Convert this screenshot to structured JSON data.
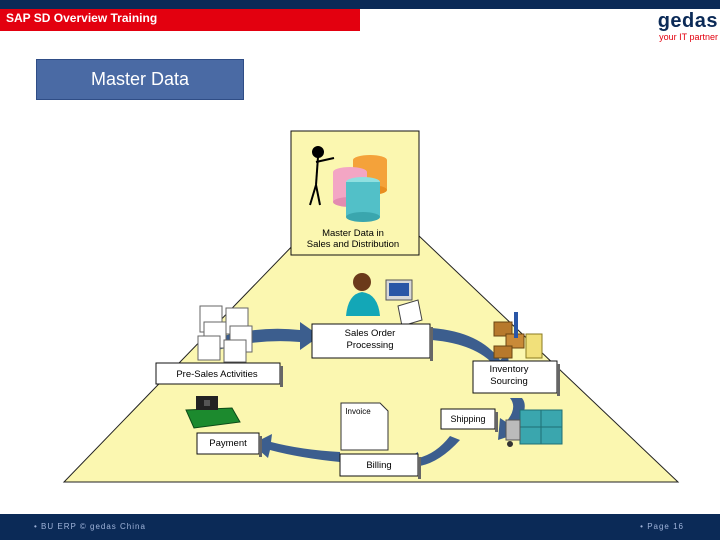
{
  "header": {
    "title": "SAP SD Overview Training"
  },
  "logo": {
    "name": "gedas",
    "tagline": "your IT partner"
  },
  "section": {
    "title": "Master Data"
  },
  "diagram": {
    "top_caption": "Master Data in Sales and Distribution",
    "top_caption_line1": "Master Data in",
    "top_caption_line2": "Sales and Distribution",
    "nodes": {
      "sales_order_line1": "Sales Order",
      "sales_order_line2": "Processing",
      "presales": "Pre-Sales Activities",
      "inventory_line1": "Inventory",
      "inventory_line2": "Sourcing",
      "shipping": "Shipping",
      "invoice": "Invoice",
      "billing": "Billing",
      "payment": "Payment"
    }
  },
  "footer": {
    "left": "• BU ERP © gedas China",
    "right": "• Page 16"
  }
}
